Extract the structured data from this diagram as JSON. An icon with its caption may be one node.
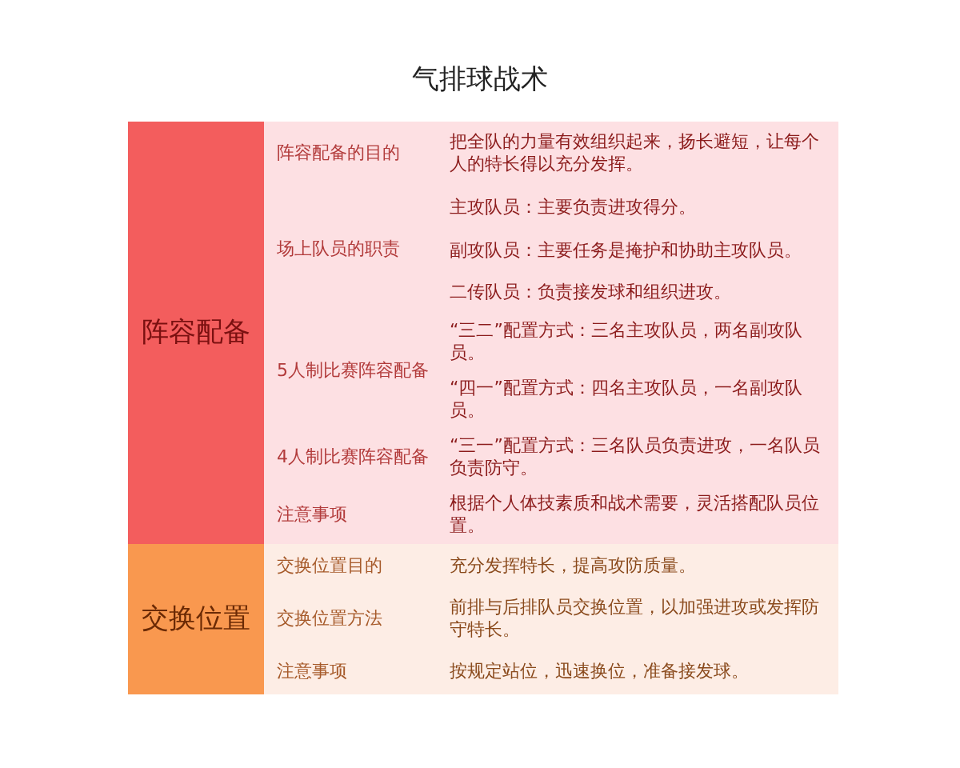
{
  "diagram": {
    "title": "气排球战术",
    "labels": [
      "阵容配备",
      "阵容配备的目的",
      "把全队的力量有效组织起来，扬长避短，让每个人的特长得以充分发挥。",
      "场上队员的职责",
      "主攻队员：主要负责进攻得分。",
      "副攻队员：主要任务是掩护和协助主攻队员。",
      "二传队员：负责接发球和组织进攻。",
      "5人制比赛阵容配备",
      "“三二”配置方式：三名主攻队员，两名副攻队员。",
      "“四一”配置方式：四名主攻队员，一名副攻队员。",
      "4人制比赛阵容配备",
      "“三一”配置方式：三名队员负责进攻，一名队员负责防守。",
      "注意事项",
      "根据个人体技素质和战术需要，灵活搭配队员位置。",
      "交换位置",
      "交换位置目的",
      "充分发挥特长，提高攻防质量。",
      "交换位置方法",
      "前排与后排队员交换位置，以加强进攻或发挥防守特长。",
      "注意事项",
      "按规定站位，迅速换位，准备接发球。"
    ]
  }
}
